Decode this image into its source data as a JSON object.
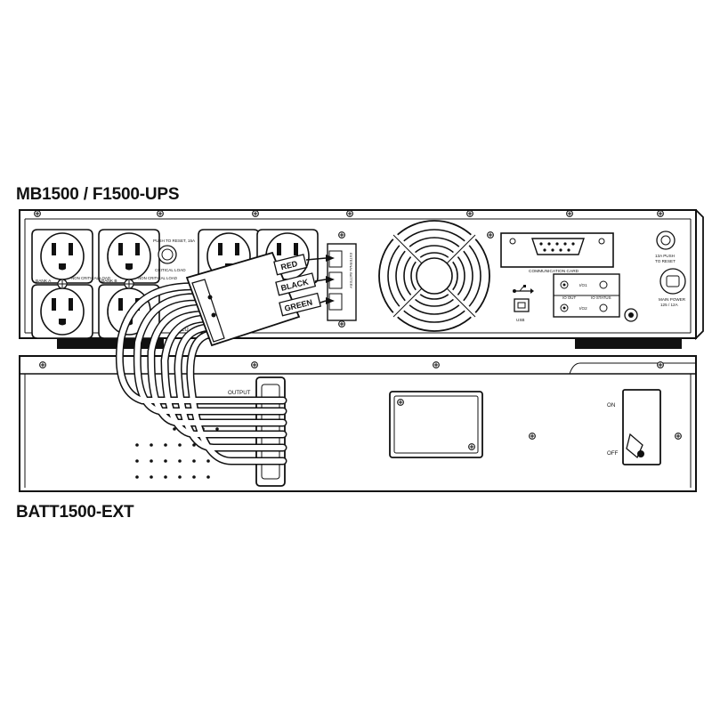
{
  "ups": {
    "title": "MB1500 / F1500-UPS",
    "push_reset_15a": "PUSH TO RESET, 15A",
    "critical_load": "CRITICAL LOAD",
    "bank_a": "BANK A",
    "bank_b": "BANK B",
    "non_critical_load_1": "NON CRITICAL LOAD",
    "non_critical_load_2": "NON CRITICAL LOAD",
    "external_battery": "EXTERNAL BATTERY",
    "communication_card": "COMMUNICATION CARD",
    "usb": "USB",
    "io1": "I/O1",
    "io2": "I/O2",
    "io_out": "IO OUT",
    "io_status": "IO STATUS",
    "breaker_label_1": "13A PUSH",
    "breaker_label_2": "TO RESET",
    "main_power_1": "MAIN POWER",
    "main_power_2": "125 / 12A",
    "hidden_label": "ALU"
  },
  "connector": {
    "red": "RED",
    "black": "BLACK",
    "green": "GREEN"
  },
  "battery": {
    "title": "BATT1500-EXT",
    "output": "OUTPUT",
    "on": "ON",
    "off": "OFF"
  }
}
